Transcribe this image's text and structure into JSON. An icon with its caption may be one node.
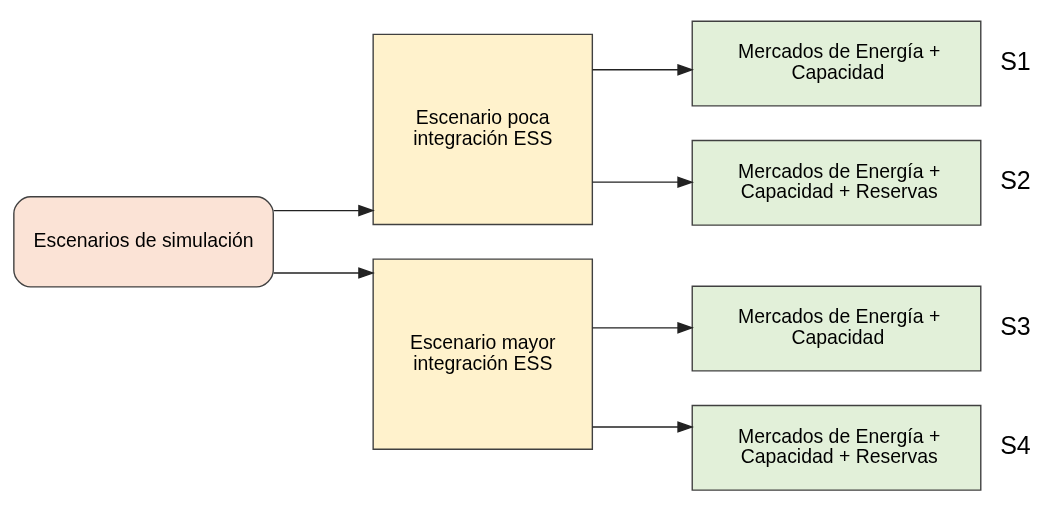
{
  "diagram": {
    "nodes": [
      {
        "text": [
          "Escenarios de simulación"
        ]
      },
      {
        "text": [
          "Escenario poca integración ESS"
        ]
      },
      {
        "text": [
          "Escenario mayor integración ESS"
        ]
      },
      {
        "text": [
          "Mercados de Energía + Capacidad"
        ],
        "beside": [
          "S1"
        ]
      },
      {
        "text": [
          "Mercados de Energía + Capacidad + Reservas"
        ],
        "beside": [
          "S2"
        ]
      },
      {
        "text": [
          "Mercados de Energía + Capacidad"
        ],
        "beside": [
          "S3"
        ]
      },
      {
        "text": [
          "Mercados de Energía + Capacidad + Reservas"
        ],
        "beside": [
          "S4"
        ]
      }
    ],
    "edges": [
      {
        "from": 0,
        "to": 1,
        "arrow": "to"
      },
      {
        "from": 0,
        "to": 2,
        "arrow": "to"
      },
      {
        "from": 1,
        "to": 3,
        "arrow": "to"
      },
      {
        "from": 1,
        "to": 4,
        "arrow": "to"
      },
      {
        "from": 2,
        "to": 5,
        "arrow": "to"
      },
      {
        "from": 2,
        "to": 6,
        "arrow": "to"
      }
    ]
  }
}
